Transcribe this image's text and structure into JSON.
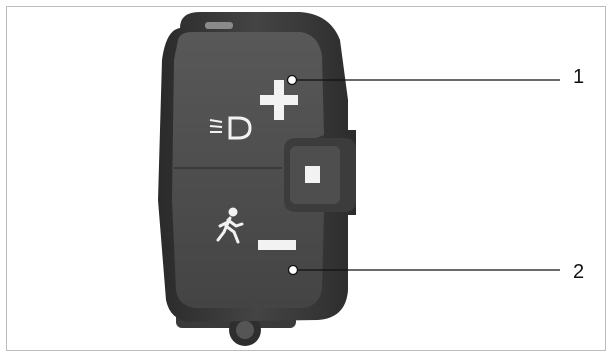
{
  "callouts": {
    "one": {
      "label": "1",
      "target": "plus-button"
    },
    "two": {
      "label": "2",
      "target": "minus-button"
    }
  },
  "icons": {
    "plus": "plus-icon",
    "minus": "minus-icon",
    "light": "headlight-icon",
    "walk_assist": "walking-person-icon",
    "side_button": "square-button-icon"
  },
  "colors": {
    "housing_outer": "#3a3a3a",
    "housing_face": "#4b4b4b",
    "button_glyph": "#f2f2f2",
    "frame_border": "#bdbdbd",
    "leader_line": "#111111"
  }
}
